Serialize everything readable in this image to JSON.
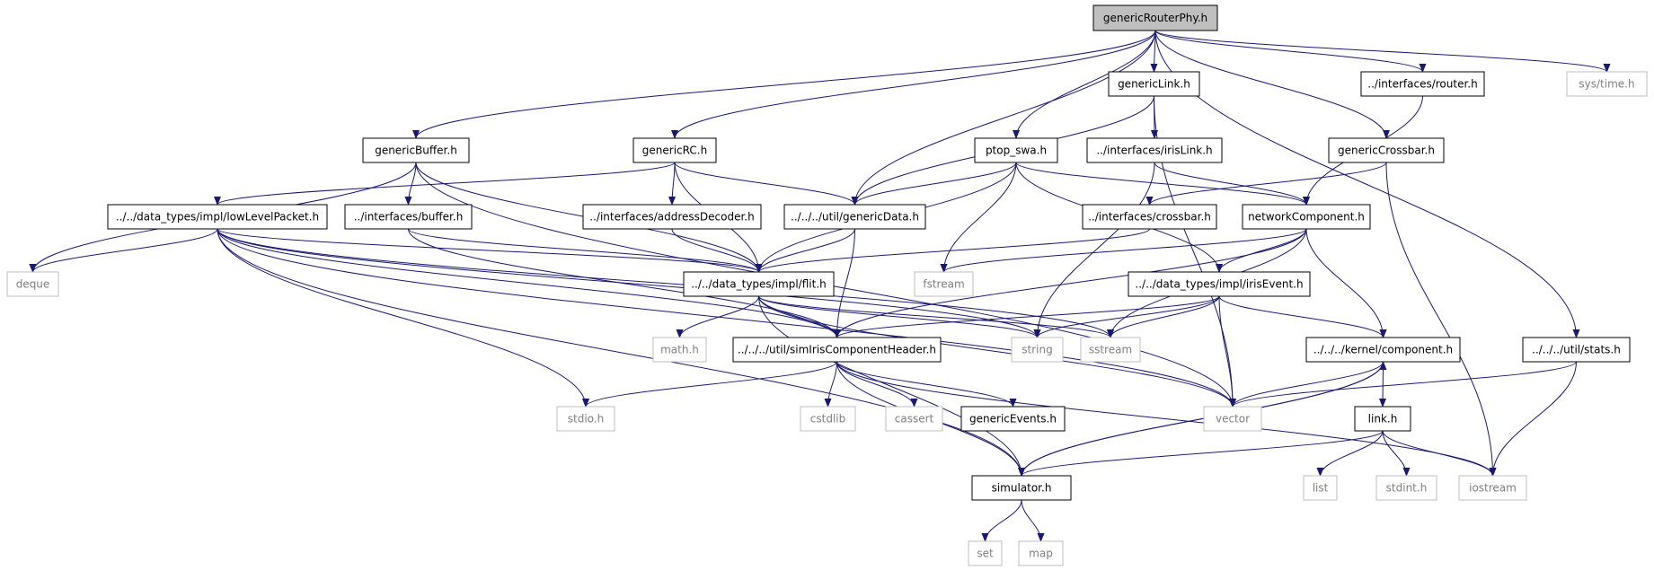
{
  "nodes": [
    {
      "id": "root",
      "label": "genericRouterPhy.h",
      "kind": "root"
    },
    {
      "id": "genericLink",
      "label": "genericLink.h",
      "kind": "local"
    },
    {
      "id": "router",
      "label": "../interfaces/router.h",
      "kind": "local"
    },
    {
      "id": "systime",
      "label": "sys/time.h",
      "kind": "system"
    },
    {
      "id": "genericBuffer",
      "label": "genericBuffer.h",
      "kind": "local"
    },
    {
      "id": "genericRC",
      "label": "genericRC.h",
      "kind": "local"
    },
    {
      "id": "ptop_swa",
      "label": "ptop_swa.h",
      "kind": "local"
    },
    {
      "id": "irisLink",
      "label": "../interfaces/irisLink.h",
      "kind": "local"
    },
    {
      "id": "genericCrossbar",
      "label": "genericCrossbar.h",
      "kind": "local"
    },
    {
      "id": "lowLevelPacket",
      "label": "../../data_types/impl/lowLevelPacket.h",
      "kind": "local"
    },
    {
      "id": "ifbuffer",
      "label": "../interfaces/buffer.h",
      "kind": "local"
    },
    {
      "id": "addressDecoder",
      "label": "../interfaces/addressDecoder.h",
      "kind": "local"
    },
    {
      "id": "genericData",
      "label": "../../../util/genericData.h",
      "kind": "local"
    },
    {
      "id": "ifcrossbar",
      "label": "../interfaces/crossbar.h",
      "kind": "local"
    },
    {
      "id": "networkComponent",
      "label": "networkComponent.h",
      "kind": "local"
    },
    {
      "id": "deque",
      "label": "deque",
      "kind": "system"
    },
    {
      "id": "flit",
      "label": "../../data_types/impl/flit.h",
      "kind": "local"
    },
    {
      "id": "fstream",
      "label": "fstream",
      "kind": "system"
    },
    {
      "id": "irisEvent",
      "label": "../../data_types/impl/irisEvent.h",
      "kind": "local"
    },
    {
      "id": "math",
      "label": "math.h",
      "kind": "system"
    },
    {
      "id": "simIris",
      "label": "../../../util/simIrisComponentHeader.h",
      "kind": "local"
    },
    {
      "id": "string",
      "label": "string",
      "kind": "system"
    },
    {
      "id": "sstream",
      "label": "sstream",
      "kind": "system"
    },
    {
      "id": "component",
      "label": "../../../kernel/component.h",
      "kind": "local"
    },
    {
      "id": "stats",
      "label": "../../../util/stats.h",
      "kind": "local"
    },
    {
      "id": "stdio",
      "label": "stdio.h",
      "kind": "system"
    },
    {
      "id": "cstdlib",
      "label": "cstdlib",
      "kind": "system"
    },
    {
      "id": "cassert",
      "label": "cassert",
      "kind": "system"
    },
    {
      "id": "genericEvents",
      "label": "genericEvents.h",
      "kind": "local"
    },
    {
      "id": "vector",
      "label": "vector",
      "kind": "system"
    },
    {
      "id": "linkh",
      "label": "link.h",
      "kind": "local"
    },
    {
      "id": "simulator",
      "label": "simulator.h",
      "kind": "local"
    },
    {
      "id": "list",
      "label": "list",
      "kind": "system"
    },
    {
      "id": "stdint",
      "label": "stdint.h",
      "kind": "system"
    },
    {
      "id": "iostream",
      "label": "iostream",
      "kind": "system"
    },
    {
      "id": "set",
      "label": "set",
      "kind": "system"
    },
    {
      "id": "map",
      "label": "map",
      "kind": "system"
    }
  ],
  "edges": [
    [
      "root",
      "genericLink"
    ],
    [
      "root",
      "router"
    ],
    [
      "root",
      "systime"
    ],
    [
      "root",
      "genericBuffer"
    ],
    [
      "root",
      "genericRC"
    ],
    [
      "root",
      "ptop_swa"
    ],
    [
      "root",
      "genericCrossbar"
    ],
    [
      "root",
      "genericData"
    ],
    [
      "root",
      "stats"
    ],
    [
      "genericLink",
      "irisLink"
    ],
    [
      "genericLink",
      "genericData"
    ],
    [
      "genericLink",
      "vector"
    ],
    [
      "router",
      "networkComponent"
    ],
    [
      "genericBuffer",
      "deque"
    ],
    [
      "genericBuffer",
      "ifbuffer"
    ],
    [
      "genericBuffer",
      "flit"
    ],
    [
      "genericBuffer",
      "vector"
    ],
    [
      "genericRC",
      "lowLevelPacket"
    ],
    [
      "genericRC",
      "addressDecoder"
    ],
    [
      "genericRC",
      "genericData"
    ],
    [
      "genericRC",
      "flit"
    ],
    [
      "ptop_swa",
      "genericData"
    ],
    [
      "ptop_swa",
      "networkComponent"
    ],
    [
      "ptop_swa",
      "flit"
    ],
    [
      "ptop_swa",
      "fstream"
    ],
    [
      "ptop_swa",
      "irisEvent"
    ],
    [
      "irisLink",
      "networkComponent"
    ],
    [
      "irisLink",
      "string"
    ],
    [
      "genericCrossbar",
      "ifcrossbar"
    ],
    [
      "genericCrossbar",
      "iostream"
    ],
    [
      "lowLevelPacket",
      "deque"
    ],
    [
      "lowLevelPacket",
      "flit"
    ],
    [
      "lowLevelPacket",
      "simIris"
    ],
    [
      "lowLevelPacket",
      "string"
    ],
    [
      "lowLevelPacket",
      "sstream"
    ],
    [
      "lowLevelPacket",
      "vector"
    ],
    [
      "lowLevelPacket",
      "stdio"
    ],
    [
      "lowLevelPacket",
      "simulator"
    ],
    [
      "ifbuffer",
      "flit"
    ],
    [
      "ifbuffer",
      "simIris"
    ],
    [
      "addressDecoder",
      "flit"
    ],
    [
      "genericData",
      "flit"
    ],
    [
      "genericData",
      "simIris"
    ],
    [
      "ifcrossbar",
      "flit"
    ],
    [
      "networkComponent",
      "fstream"
    ],
    [
      "networkComponent",
      "irisEvent"
    ],
    [
      "networkComponent",
      "simIris"
    ],
    [
      "networkComponent",
      "sstream"
    ],
    [
      "networkComponent",
      "component"
    ],
    [
      "flit",
      "math"
    ],
    [
      "flit",
      "simIris"
    ],
    [
      "flit",
      "string"
    ],
    [
      "flit",
      "sstream"
    ],
    [
      "flit",
      "vector"
    ],
    [
      "flit",
      "simulator"
    ],
    [
      "irisEvent",
      "simIris"
    ],
    [
      "irisEvent",
      "string"
    ],
    [
      "irisEvent",
      "sstream"
    ],
    [
      "irisEvent",
      "component"
    ],
    [
      "irisEvent",
      "vector"
    ],
    [
      "simIris",
      "stdio"
    ],
    [
      "simIris",
      "cstdlib"
    ],
    [
      "simIris",
      "cassert"
    ],
    [
      "simIris",
      "genericEvents"
    ],
    [
      "simIris",
      "simulator"
    ],
    [
      "simIris",
      "iostream"
    ],
    [
      "component",
      "vector"
    ],
    [
      "component",
      "linkh"
    ],
    [
      "component",
      "simulator"
    ],
    [
      "stats",
      "vector"
    ],
    [
      "stats",
      "iostream"
    ],
    [
      "linkh",
      "simulator"
    ],
    [
      "linkh",
      "list"
    ],
    [
      "linkh",
      "stdint"
    ],
    [
      "linkh",
      "iostream"
    ],
    [
      "simulator",
      "set"
    ],
    [
      "simulator",
      "map"
    ],
    [
      "simulator",
      "component"
    ]
  ]
}
